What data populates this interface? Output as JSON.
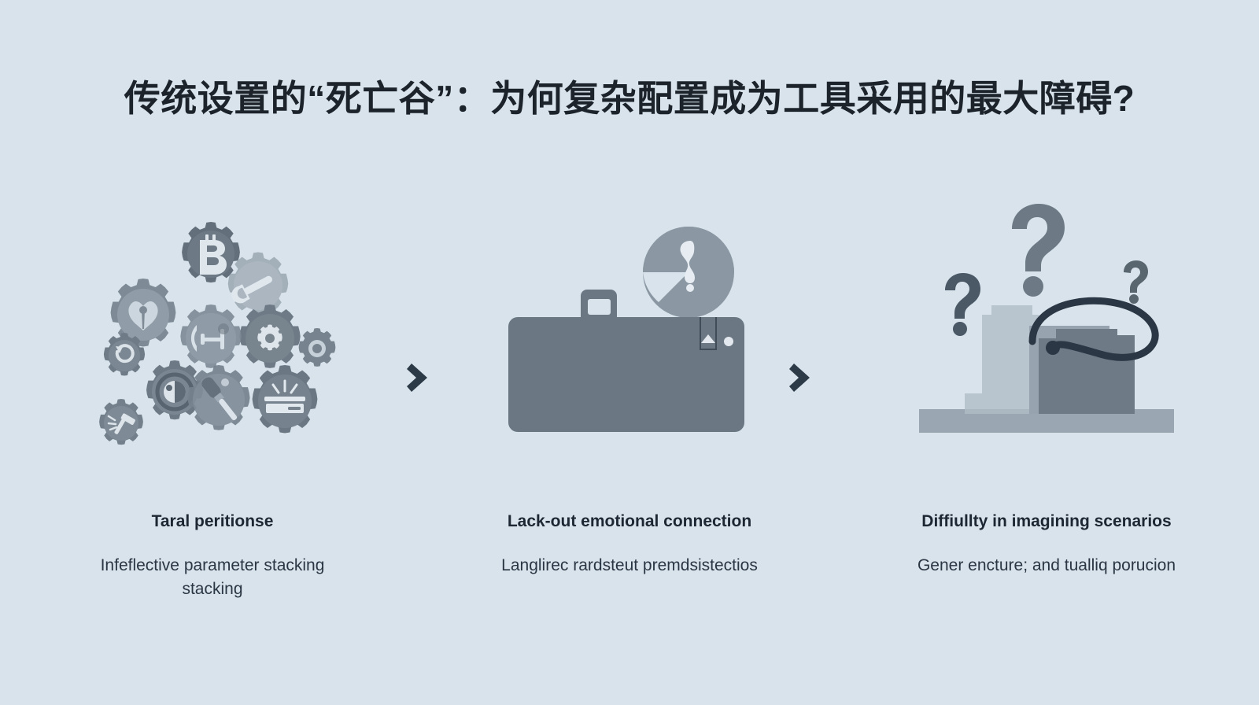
{
  "page": {
    "background_color": "#d8e3ec",
    "title": "传统设置的“死亡谷”：为何复杂配置成为工具采用的最大障碍?"
  },
  "palette": {
    "title_text": "#1d232b",
    "caption_title_text": "#1d2733",
    "caption_body_text": "#2b3644",
    "chevron": "#2c3947",
    "icon_dark": "#4f5c69",
    "icon_mid": "#6b7884",
    "icon_light": "#93a0ac",
    "icon_pale": "#b3bec8"
  },
  "chevrons": [
    {
      "name": "chevron-right-icon-1",
      "glyph": "chevron-right"
    },
    {
      "name": "chevron-right-icon-2",
      "glyph": "chevron-right"
    }
  ],
  "columns": [
    {
      "id": "col-1",
      "illustration": "gear-cluster-icon",
      "caption_title": "Taral peritionse",
      "caption_body": "Infeflective parameter stacking  stacking"
    },
    {
      "id": "col-2",
      "illustration": "briefcase-question-icon",
      "caption_title": "Lack-out emotional connection",
      "caption_body": "Langlirec rardsteut premdsistectios"
    },
    {
      "id": "col-3",
      "illustration": "buildings-question-icon",
      "caption_title": "Diffiullty in imagining scenarios",
      "caption_body": "Gener encture; and tualliq porucion"
    }
  ]
}
